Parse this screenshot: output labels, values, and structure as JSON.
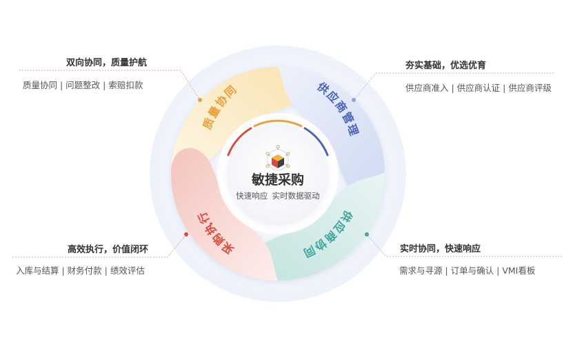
{
  "center": {
    "title": "敏捷采购",
    "subtitle": "快速响应  实时数据驱动",
    "icon": "cube-network-icon"
  },
  "segments": [
    {
      "label": "质量协同",
      "color": "#e8a23a",
      "tint": "#fbe9c2"
    },
    {
      "label": "供应商管理",
      "color": "#4a63b8",
      "tint": "#dfe6f6"
    },
    {
      "label": "供应商协同",
      "color": "#3aa39c",
      "tint": "#d4ece9"
    },
    {
      "label": "采购执行",
      "color": "#d94a3d",
      "tint": "#f7d3cd"
    }
  ],
  "callouts": {
    "top_left": {
      "title": "双向协同，质量护航",
      "desc": "质量协同 | 问题整改 | 索赔扣款"
    },
    "top_right": {
      "title": "夯实基础，优选优育",
      "desc": "供应商准入 | 供应商认证 | 供应商评级"
    },
    "bottom_left": {
      "title": "高效执行，价值闭环",
      "desc": "入库与结算 | 财务付款 | 绩效评估"
    },
    "bottom_right": {
      "title": "实时协同，快速响应",
      "desc": "需求与寻源 | 订单与确认 | VMI看板"
    }
  }
}
